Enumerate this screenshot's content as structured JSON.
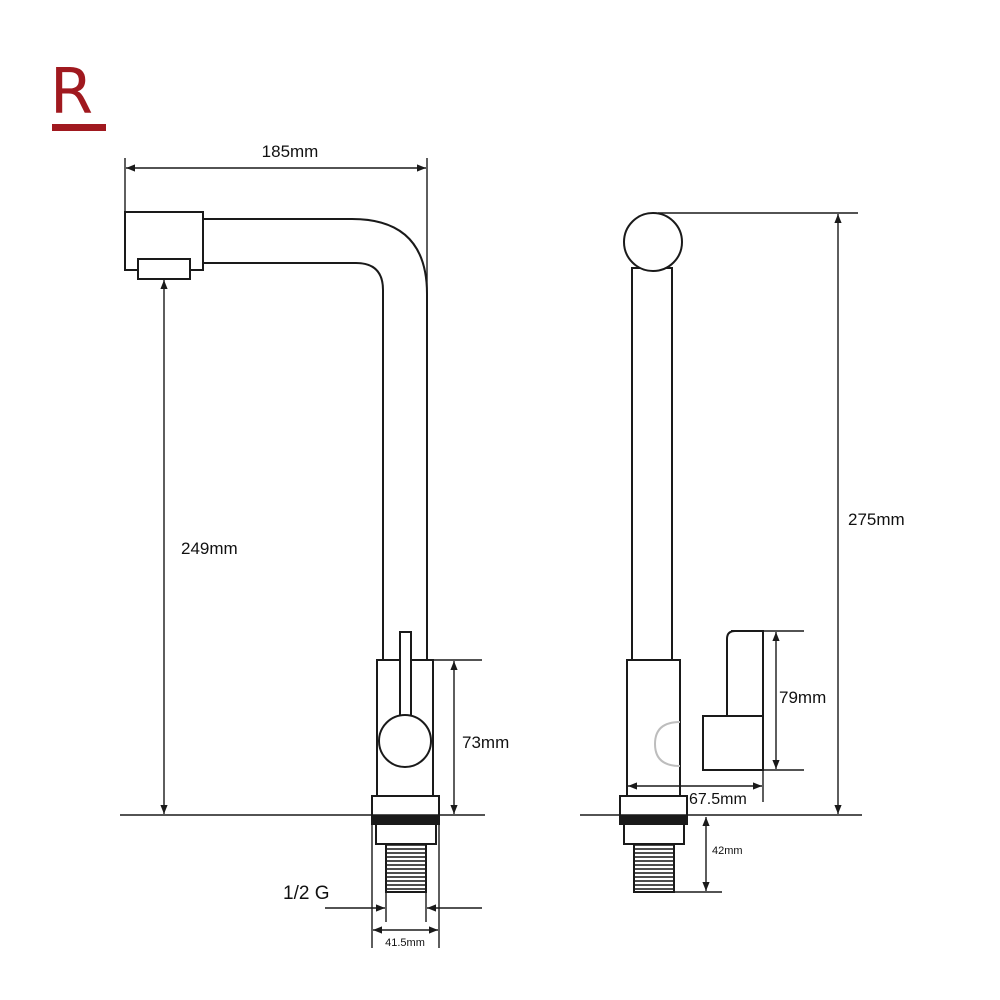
{
  "logo": {
    "letter": "R",
    "color": "#a0191f"
  },
  "colors": {
    "line": "#1a1a1a",
    "thread": "#222222",
    "handle_ghost": "#bdbdbd"
  },
  "dimensions": {
    "spout_reach": "185mm",
    "spout_height": "249mm",
    "body_height": "73mm",
    "thread_size": "1/2 G",
    "base_width": "41.5mm",
    "total_height": "275mm",
    "handle_height": "79mm",
    "handle_depth": "67.5mm",
    "shank_length": "42mm"
  }
}
